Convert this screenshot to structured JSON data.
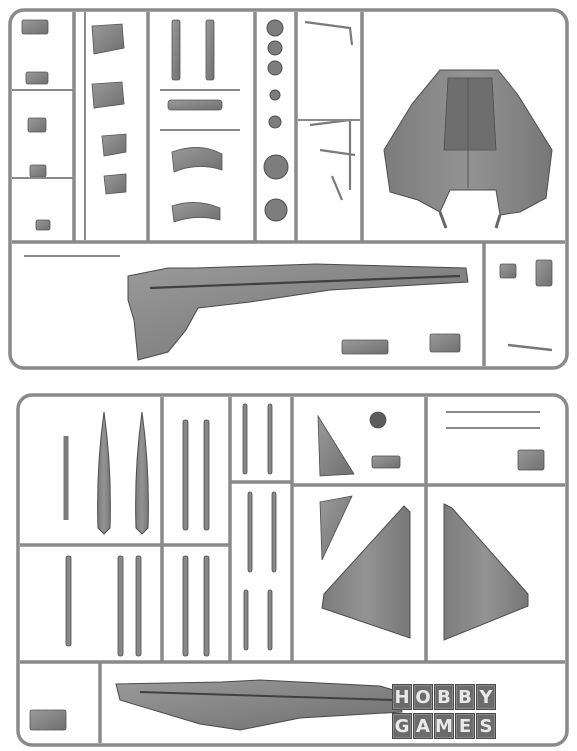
{
  "image": {
    "subject": "plastic model kit sprues",
    "sprue_color": "#8c8c8c",
    "background": "#ffffff"
  },
  "watermark": {
    "line1": "HOBBY",
    "line2": "GAMES"
  }
}
